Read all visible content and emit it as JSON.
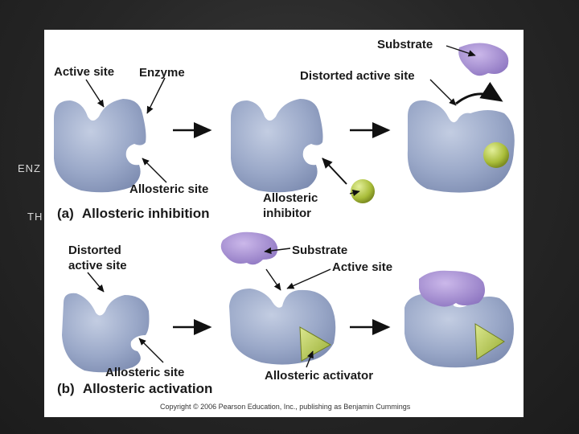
{
  "slide": {
    "text_line_1": "ENZ",
    "text_line_2": "TH"
  },
  "figure": {
    "part_a": {
      "label_active_site": "Active site",
      "label_enzyme": "Enzyme",
      "label_substrate": "Substrate",
      "label_distorted_active_site": "Distorted active site",
      "label_allosteric_site": "Allosteric site",
      "label_allosteric_inhibitor_1": "Allosteric",
      "label_allosteric_inhibitor_2": "inhibitor",
      "caption_letter": "(a)",
      "caption_text": "Allosteric inhibition"
    },
    "part_b": {
      "label_distorted_1": "Distorted",
      "label_distorted_2": "active site",
      "label_substrate": "Substrate",
      "label_active_site": "Active site",
      "label_allosteric_site": "Allosteric site",
      "label_allosteric_activator": "Allosteric activator",
      "caption_letter": "(b)",
      "caption_text": "Allosteric activation"
    },
    "copyright": "Copyright © 2006 Pearson Education, Inc., publishing as Benjamin Cummings",
    "colors": {
      "enzyme": "#9aa8c8",
      "substrate": "#a58fd0",
      "inhibitor": "#a9bd3a",
      "activator": "#b8cc52"
    }
  }
}
